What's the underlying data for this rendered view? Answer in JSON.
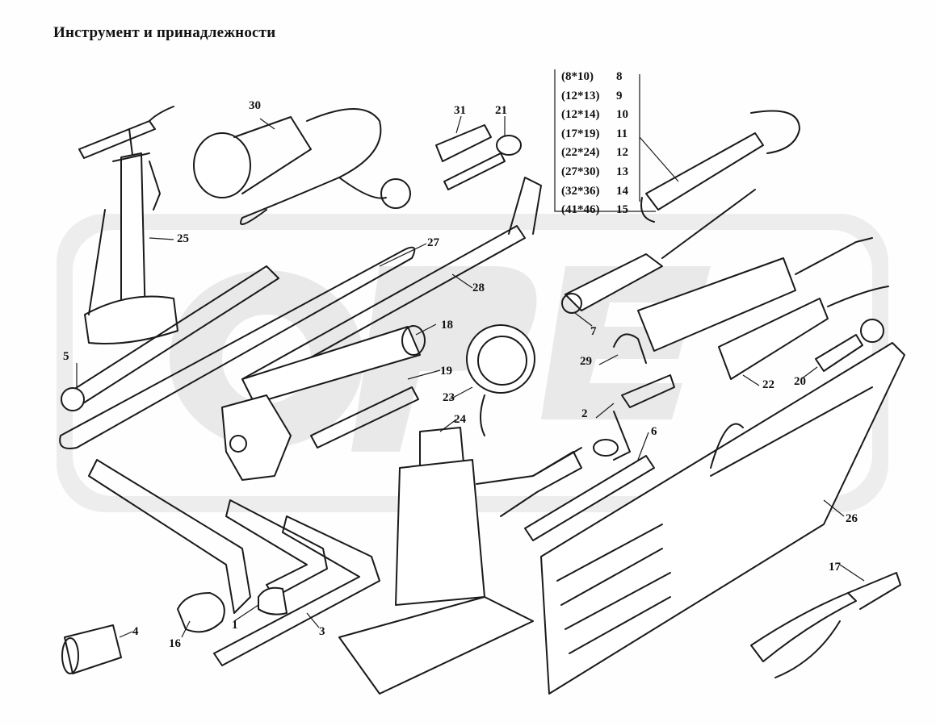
{
  "title": "Инструмент и принадлежности",
  "callouts": [
    {
      "id": "c1",
      "label": "1"
    },
    {
      "id": "c2",
      "label": "2"
    },
    {
      "id": "c3",
      "label": "3"
    },
    {
      "id": "c4",
      "label": "4"
    },
    {
      "id": "c5",
      "label": "5"
    },
    {
      "id": "c6",
      "label": "6"
    },
    {
      "id": "c7",
      "label": "7"
    },
    {
      "id": "c16",
      "label": "16"
    },
    {
      "id": "c17",
      "label": "17"
    },
    {
      "id": "c18",
      "label": "18"
    },
    {
      "id": "c19",
      "label": "19"
    },
    {
      "id": "c20",
      "label": "20"
    },
    {
      "id": "c21",
      "label": "21"
    },
    {
      "id": "c22",
      "label": "22"
    },
    {
      "id": "c23",
      "label": "23"
    },
    {
      "id": "c24",
      "label": "24"
    },
    {
      "id": "c25",
      "label": "25"
    },
    {
      "id": "c26",
      "label": "26"
    },
    {
      "id": "c27",
      "label": "27"
    },
    {
      "id": "c28",
      "label": "28"
    },
    {
      "id": "c29",
      "label": "29"
    },
    {
      "id": "c30",
      "label": "30"
    },
    {
      "id": "c31",
      "label": "31"
    }
  ],
  "wrench_sizes": [
    {
      "size": "(8*10)",
      "num": "8"
    },
    {
      "size": "(12*13)",
      "num": "9"
    },
    {
      "size": "(12*14)",
      "num": "10"
    },
    {
      "size": "(17*19)",
      "num": "11"
    },
    {
      "size": "(22*24)",
      "num": "12"
    },
    {
      "size": "(27*30)",
      "num": "13"
    },
    {
      "size": "(32*36)",
      "num": "14"
    },
    {
      "size": "(41*46)",
      "num": "15"
    }
  ],
  "watermark": {
    "text": "OPE",
    "color": "#e6e6e6"
  }
}
